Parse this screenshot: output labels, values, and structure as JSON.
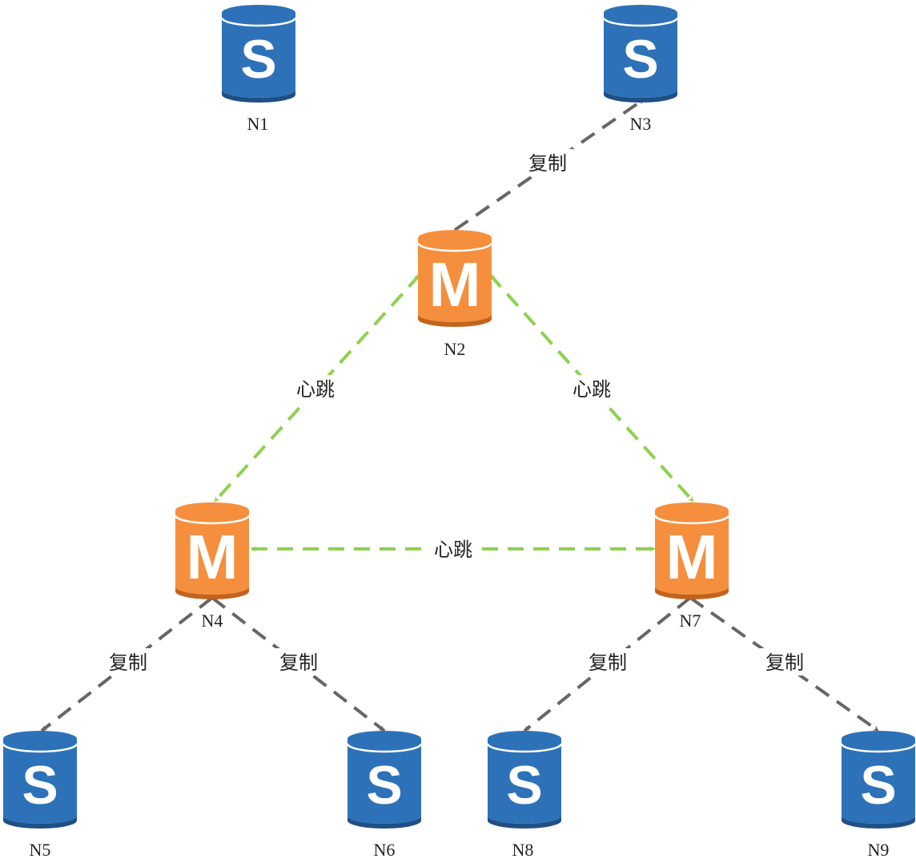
{
  "colors": {
    "slave_body": "#2d72b8",
    "slave_dark": "#1f4f85",
    "master_body": "#f58f3d",
    "master_dark": "#c2641d",
    "heartbeat_line": "#8ed14f",
    "replication_line": "#666666",
    "background": "#ffffff"
  },
  "nodes": [
    {
      "id": "N1",
      "label": "N1",
      "role": "slave",
      "letter": "S"
    },
    {
      "id": "N3",
      "label": "N3",
      "role": "slave",
      "letter": "S"
    },
    {
      "id": "N2",
      "label": "N2",
      "role": "master",
      "letter": "M"
    },
    {
      "id": "N4",
      "label": "N4",
      "role": "master",
      "letter": "M"
    },
    {
      "id": "N7",
      "label": "N7",
      "role": "master",
      "letter": "M"
    },
    {
      "id": "N5",
      "label": "N5",
      "role": "slave",
      "letter": "S"
    },
    {
      "id": "N6",
      "label": "N6",
      "role": "slave",
      "letter": "S"
    },
    {
      "id": "N8",
      "label": "N8",
      "role": "slave",
      "letter": "S"
    },
    {
      "id": "N9",
      "label": "N9",
      "role": "slave",
      "letter": "S"
    }
  ],
  "edges": [
    {
      "from": "N2",
      "to": "N3",
      "type": "replication",
      "label": "复制"
    },
    {
      "from": "N2",
      "to": "N4",
      "type": "heartbeat",
      "label": "心跳"
    },
    {
      "from": "N2",
      "to": "N7",
      "type": "heartbeat",
      "label": "心跳"
    },
    {
      "from": "N4",
      "to": "N7",
      "type": "heartbeat",
      "label": "心跳"
    },
    {
      "from": "N4",
      "to": "N5",
      "type": "replication",
      "label": "复制"
    },
    {
      "from": "N4",
      "to": "N6",
      "type": "replication",
      "label": "复制"
    },
    {
      "from": "N7",
      "to": "N8",
      "type": "replication",
      "label": "复制"
    },
    {
      "from": "N7",
      "to": "N9",
      "type": "replication",
      "label": "复制"
    }
  ]
}
